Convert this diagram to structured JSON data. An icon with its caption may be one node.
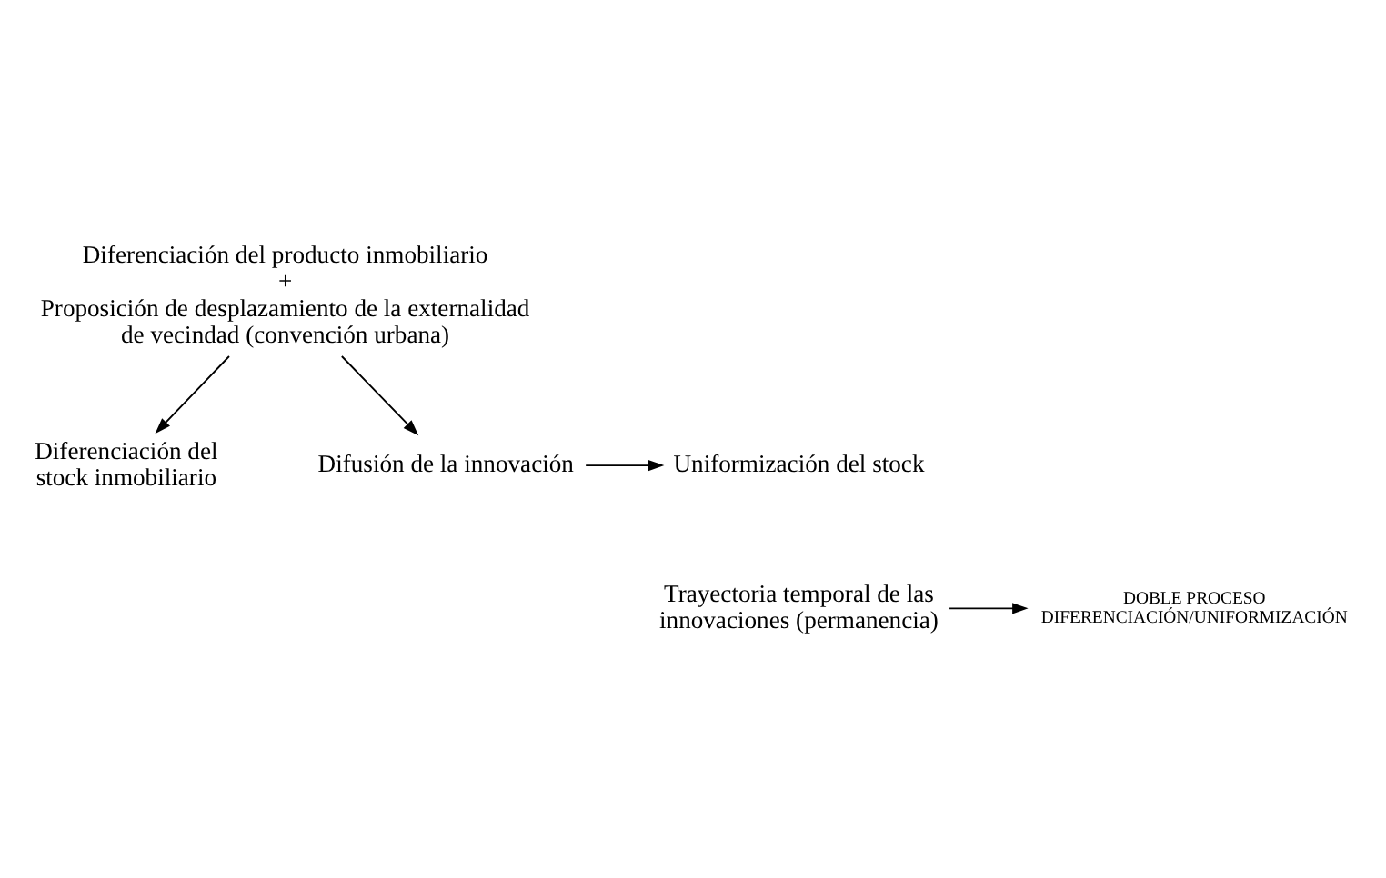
{
  "diagram": {
    "nodes": [
      {
        "text": [
          "Diferenciación del producto inmobiliario",
          "+",
          "Proposición de desplazamiento de la externalidad de vecindad (convención urbana)"
        ]
      },
      {
        "text": [
          "Diferenciación del stock inmobiliario"
        ]
      },
      {
        "text": [
          "Difusión de la innovación"
        ]
      },
      {
        "text": [
          "Uniformización del stock"
        ]
      },
      {
        "text": [
          "Trayectoria temporal de las innovaciones (permanencia)"
        ]
      },
      {
        "text": [
          "DOBLE PROCESO DIFERENCIACIÓN/UNIFORMIZACIÓN"
        ]
      }
    ],
    "edges": [
      {
        "from": 0,
        "to": 2,
        "arrow": "to"
      },
      {
        "from": 0,
        "to": 1,
        "arrow": "to"
      },
      {
        "from": 2,
        "to": 3,
        "arrow": "to"
      },
      {
        "from": 4,
        "to": 5,
        "arrow": "to"
      }
    ]
  }
}
